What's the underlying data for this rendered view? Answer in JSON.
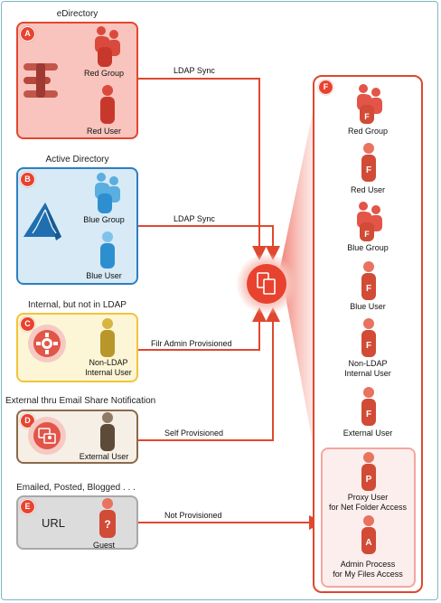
{
  "sources": {
    "a": {
      "badge": "A",
      "title": "eDirectory",
      "group_label": "Red Group",
      "user_label": "Red User",
      "connector": "LDAP Sync",
      "color_fill": "#f9c4bd",
      "color_border": "#e0472f"
    },
    "b": {
      "badge": "B",
      "title": "Active Directory",
      "group_label": "Blue Group",
      "user_label": "Blue User",
      "connector": "LDAP Sync",
      "color_fill": "#d7eaf6",
      "color_border": "#2e7fbf"
    },
    "c": {
      "badge": "C",
      "title": "Internal, but not in LDAP",
      "user_label_1": "Non-LDAP",
      "user_label_2": "Internal User",
      "connector": "Filr Admin Provisioned",
      "color_fill": "#fdf6d6",
      "color_border": "#f0c43a"
    },
    "d": {
      "badge": "D",
      "title": "External thru Email Share Notification",
      "user_label": "External User",
      "connector": "Self Provisioned",
      "color_fill": "#f6efe6",
      "color_border": "#8a6a4a"
    },
    "e": {
      "badge": "E",
      "title": "Emailed, Posted, Blogged . . .",
      "url_text": "URL",
      "user_label": "Guest",
      "connector": "Not Provisioned",
      "color_fill": "#dcdcdc",
      "color_border": "#a8a8a8"
    }
  },
  "filr": {
    "badge": "F",
    "items": [
      {
        "label": "Red Group"
      },
      {
        "label": "Red User"
      },
      {
        "label": "Blue Group"
      },
      {
        "label": "Blue User"
      },
      {
        "label_1": "Non-LDAP",
        "label_2": "Internal User"
      },
      {
        "label": "External User"
      },
      {
        "label_1": "Proxy User",
        "label_2": "for Net Folder Access"
      },
      {
        "label_1": "Admin Process",
        "label_2": "for My Files Access"
      }
    ]
  },
  "colors": {
    "accent_red": "#e0472f",
    "line_red": "#e0472f",
    "badge_red": "#e8432e",
    "frame_teal": "#7fb6c2"
  }
}
